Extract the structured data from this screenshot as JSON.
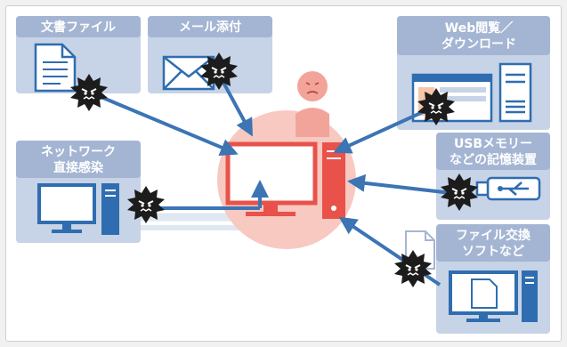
{
  "sources": {
    "document_file": "文書ファイル",
    "email_attachment": "メール添付",
    "web_browsing_line1": "Web閲覧／",
    "web_browsing_line2": "ダウンロード",
    "network_line1": "ネットワーク",
    "network_line2": "直接感染",
    "usb_line1": "USBメモリー",
    "usb_line2": "などの記憶装置",
    "fileshare_line1": "ファイル交換",
    "fileshare_line2": "ソフトなど"
  },
  "colors": {
    "panel": "#c7d3e6",
    "label_bar": "#a4b5d3",
    "arrow": "#3c74b4",
    "victim_halo": "#f7c9c0",
    "victim_pc": "#e8524a",
    "device_blue": "#2f6db0",
    "virus": "#1c1c1c"
  },
  "icons": [
    "document-icon",
    "envelope-icon",
    "browser-window-icon",
    "monitor-icon",
    "usb-drive-icon",
    "virus-icon",
    "worried-person-icon"
  ]
}
